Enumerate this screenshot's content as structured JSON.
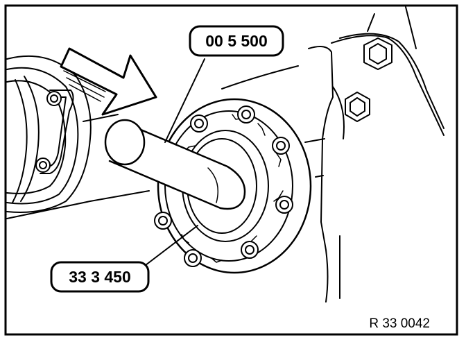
{
  "callouts": {
    "tool_top": "00 5 500",
    "tool_bottom": "33 3 450"
  },
  "figure_ref": "R 33 0042",
  "colors": {
    "ink": "#000000",
    "paper": "#ffffff"
  }
}
